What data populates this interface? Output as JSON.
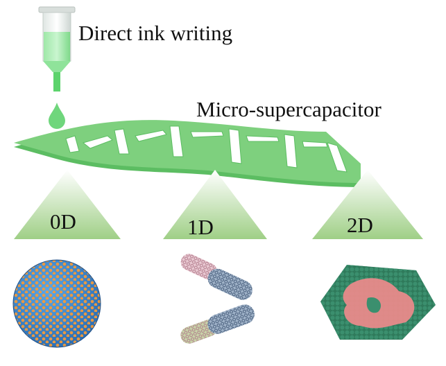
{
  "labels": {
    "process": "Direct ink writing",
    "device": "Micro-supercapacitor"
  },
  "dimensions": [
    {
      "label": "0D",
      "material": "nanosphere"
    },
    {
      "label": "1D",
      "material": "nanotubes"
    },
    {
      "label": "2D",
      "material": "nanosheet"
    }
  ],
  "colors": {
    "ink_green": "#7fd98a",
    "electrode_green": "#6cc66b",
    "triangle_top": "#ffffff",
    "triangle_bottom": "#9fcf86",
    "sphere_blue": "#3f8fd6",
    "sphere_orange": "#f29a3a",
    "sheet_green": "#3b8f6e",
    "sheet_pink": "#e88a8a"
  }
}
